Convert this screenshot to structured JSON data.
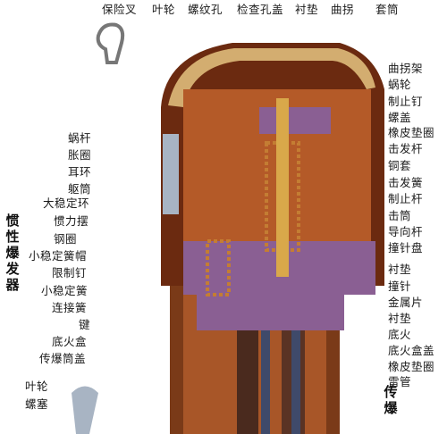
{
  "top_labels": [
    "保险叉",
    "叶轮",
    "螺纹孔",
    "检查孔盖",
    "衬垫",
    "曲拐",
    "套筒"
  ],
  "left_labels": [
    "蜗杆",
    "胀圈",
    "耳环",
    "躯筒",
    "大稳定环",
    "惯力摆",
    "钢圈",
    "小稳定簧帽",
    "限制钉",
    "小稳定簧",
    "连接簧",
    "键",
    "底火盒",
    "传爆筒盖"
  ],
  "right_labels": [
    "曲拐架",
    "蜗轮",
    "制止钉",
    "螺盖",
    "橡皮垫圈",
    "击发杆",
    "铜套",
    "击发簧",
    "制止杆",
    "击筒",
    "导向杆",
    "撞针盘",
    "衬垫",
    "撞针",
    "金属片",
    "衬垫",
    "底火",
    "底火盒盖",
    "橡皮垫圈",
    "雷管"
  ],
  "side_title": "惯性爆发器",
  "bottom_title": "传爆",
  "inset_labels": [
    "叶轮",
    "螺塞"
  ],
  "colors": {
    "cap": "#c9a56a",
    "shell": "#7a3a18",
    "interior": "#b45a28",
    "purple": "#8a5f93",
    "steel": "#a8b4c3",
    "brass": "#d9a84a",
    "spring": "#c47d33"
  }
}
